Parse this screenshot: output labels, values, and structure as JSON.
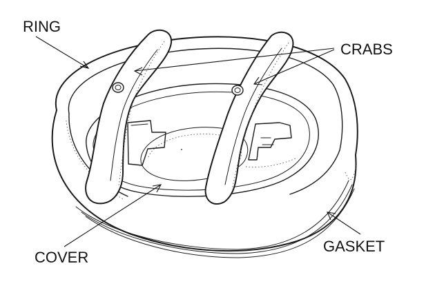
{
  "labels": {
    "ring": "RING",
    "crabs": "CRABS",
    "cover": "COVER",
    "gasket": "GASKET"
  },
  "colors": {
    "ink": "#1a1a1a",
    "background": "#ffffff"
  }
}
